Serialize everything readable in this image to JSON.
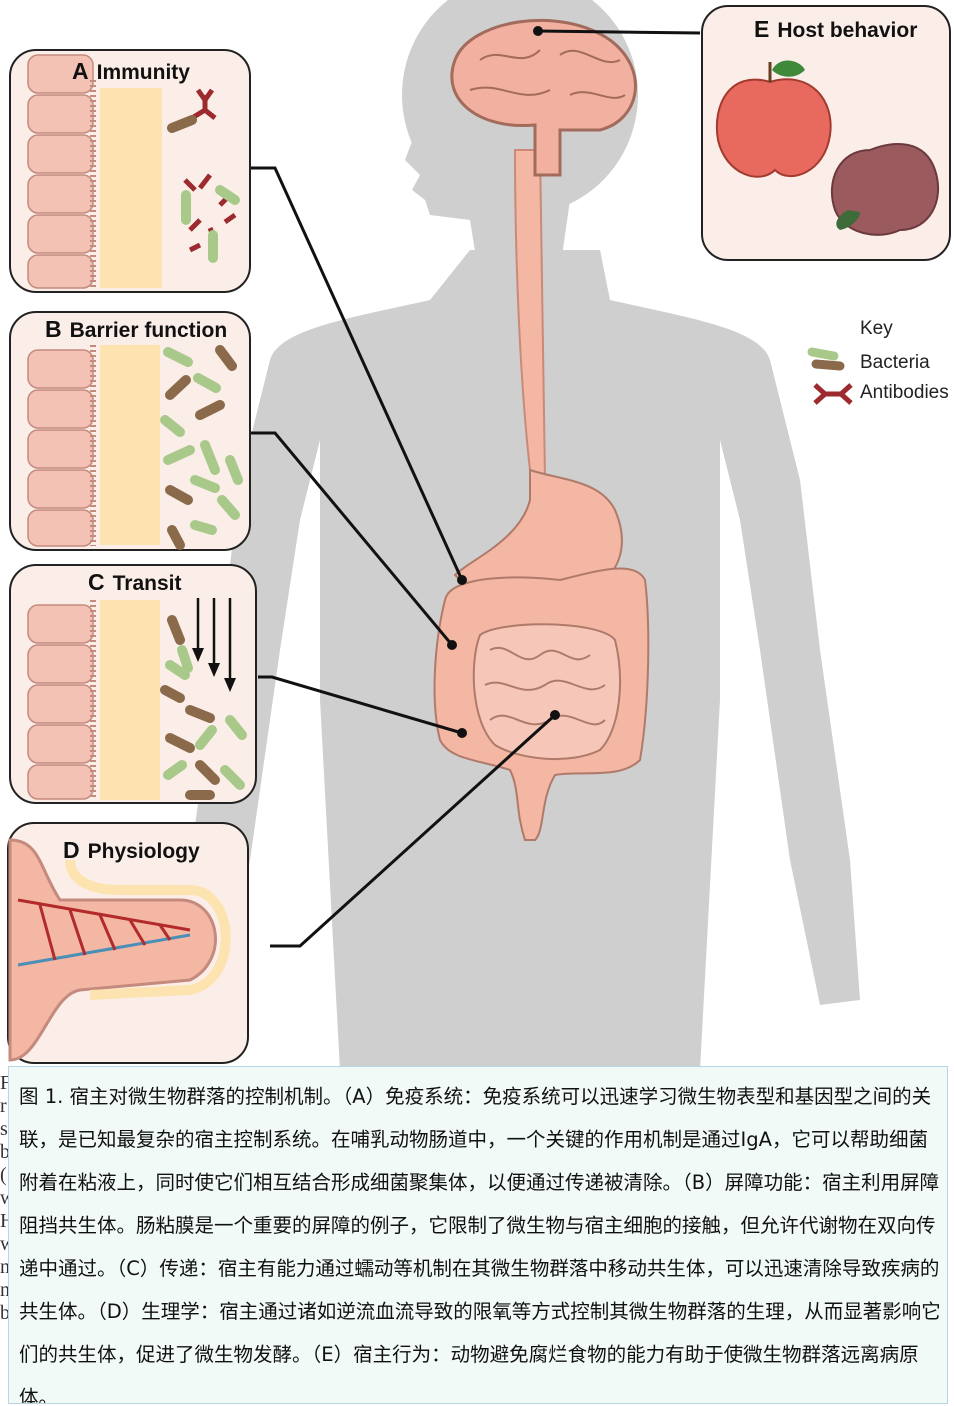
{
  "panels": {
    "a": {
      "letter": "A",
      "title": "Immunity"
    },
    "b": {
      "letter": "B",
      "title": "Barrier function"
    },
    "c": {
      "letter": "C",
      "title": "Transit"
    },
    "d": {
      "letter": "D",
      "title": "Physiology"
    },
    "e": {
      "letter": "E",
      "title": "Host behavior"
    }
  },
  "key": {
    "title": "Key",
    "items": [
      {
        "label": "Bacteria",
        "icon": "bacteria-icon"
      },
      {
        "label": "Antibodies",
        "icon": "antibody-icon"
      }
    ]
  },
  "caption": {
    "text": "图 1. 宿主对微生物群落的控制机制。（A）免疫系统：免疫系统可以迅速学习微生物表型和基因型之间的关联，是已知最复杂的宿主控制系统。在哺乳动物肠道中，一个关键的作用机制是通过IgA，它可以帮助细菌附着在粘液上，同时使它们相互结合形成细菌聚集体，以便通过传递被清除。（B）屏障功能：宿主利用屏障阻挡共生体。肠粘膜是一个重要的屏障的例子，它限制了微生物与宿主细胞的接触，但允许代谢物在双向传递中通过。（C）传递：宿主有能力通过蠕动等机制在其微生物群落中移动共生体，可以迅速清除导致疾病的共生体。（D）生理学：宿主通过诸如逆流血流导致的限氧等方式控制其微生物群落的生理，从而显著影响它们的共生体，促进了微生物发酵。（E）宿主行为：动物避免腐烂食物的能力有助于使微生物群落远离病原体。"
  },
  "left_edge_glyphs": [
    "F",
    "r",
    "s",
    "b",
    "(",
    "w",
    "H",
    "w",
    "n",
    "n",
    "b"
  ],
  "colors": {
    "body": "#cfcfcf",
    "organ": "#f3b7a4",
    "panel_border": "#222222",
    "bacteria_green": "#a9c98a",
    "bacteria_brown": "#8a6a4a",
    "antibody": "#9c2a2e",
    "caption_bg": "#f2faf8"
  }
}
